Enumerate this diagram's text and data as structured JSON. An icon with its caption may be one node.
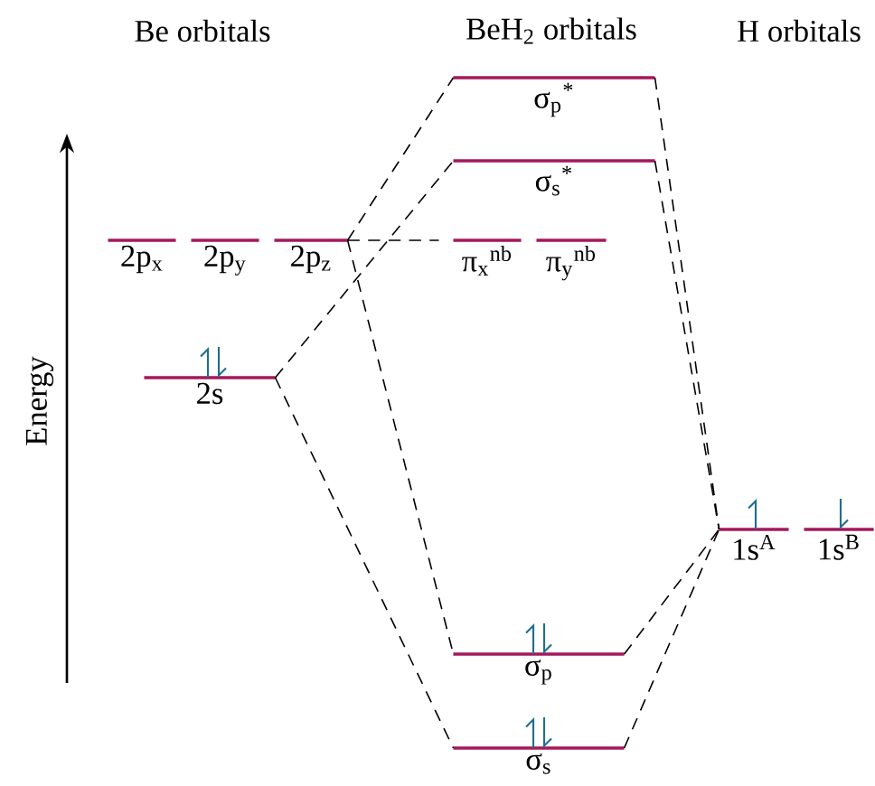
{
  "diagram": {
    "nodes": [
      {
        "text": [
          "2p$_{x}$"
        ]
      },
      {
        "text": [
          "2p$_{y}$"
        ]
      },
      {
        "text": [
          "2p$_{z}$"
        ]
      },
      {
        "text": [
          "2s"
        ]
      },
      {
        "text": [
          "σ$_{p}$$^{*}$"
        ]
      },
      {
        "text": [
          "σ$_{s}$$^{*}$"
        ]
      },
      {
        "text": [
          "π$_{x}$$^{nb}$"
        ]
      },
      {
        "text": [
          "π$_{y}$$^{nb}$"
        ]
      },
      {
        "text": [
          "σ$_{p}$"
        ]
      },
      {
        "text": [
          "σ$_{s}$"
        ]
      },
      {
        "text": [
          "1s$^{A}$"
        ]
      },
      {
        "text": [
          "1s$^{B}$"
        ]
      }
    ],
    "edges": [
      {
        "from": 2,
        "to": 4,
        "arrow": "none",
        "style": "dashed"
      },
      {
        "from": 3,
        "to": 5,
        "arrow": "none",
        "style": "dashed"
      },
      {
        "from": 2,
        "to": 6,
        "arrow": "none",
        "style": "dashed"
      },
      {
        "from": 2,
        "to": 8,
        "arrow": "none",
        "style": "dashed"
      },
      {
        "from": 3,
        "to": 9,
        "arrow": "none",
        "style": "dashed"
      },
      {
        "from": 4,
        "to": 10,
        "arrow": "none",
        "style": "dashed"
      },
      {
        "from": 5,
        "to": 10,
        "arrow": "none",
        "style": "dashed"
      },
      {
        "from": 8,
        "to": 10,
        "arrow": "none",
        "style": "dashed"
      },
      {
        "from": 9,
        "to": 10,
        "arrow": "none",
        "style": "dashed"
      }
    ],
    "labels": [
      "Be orbitals",
      "BeH$_{2}$ orbitals",
      "H orbitals",
      "Energy"
    ]
  }
}
